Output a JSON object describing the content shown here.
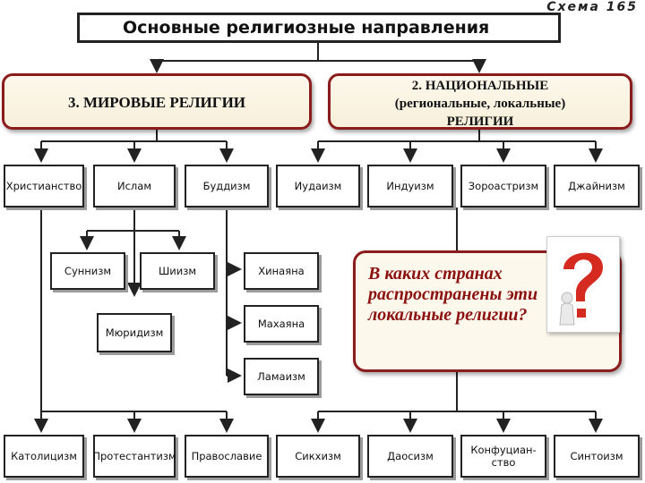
{
  "scheme_label": "Схема 165",
  "title": "Основные религиозные направления",
  "categories": {
    "world": "3. МИРОВЫЕ РЕЛИГИИ",
    "national": {
      "line1": "2. НАЦИОНАЛЬНЫЕ",
      "line2": "(региональные, локальные)",
      "line3": "РЕЛИГИИ"
    }
  },
  "world_religions": [
    "Христианство",
    "Ислам",
    "Буддизм"
  ],
  "national_religions_top": [
    "Иудаизм",
    "Индуизм",
    "Зороастризм",
    "Джайнизм"
  ],
  "islam_branches": [
    "Суннизм",
    "Шиизм",
    "Мюридизм"
  ],
  "buddhism_branches": [
    "Хинаяна",
    "Махаяна",
    "Ламаизм"
  ],
  "christianity_branches": [
    "Католицизм",
    "Протестантизм",
    "Православие"
  ],
  "national_religions_bottom": [
    "Сикхизм",
    "Даосизм",
    "Конфуциан-\nство",
    "Синтоизм"
  ],
  "question": "В каких странах распространены эти локальные религии?",
  "question_icon": "question-mark-figure-icon",
  "colors": {
    "category_border": "#8a1c1c",
    "question_text": "#8b1010",
    "question_mark": "#d42a1f"
  }
}
